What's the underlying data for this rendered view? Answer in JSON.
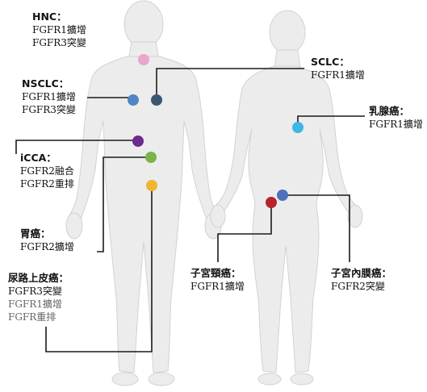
{
  "colors": {
    "body_fill": "#ececec",
    "body_stroke": "#d2d2d2",
    "line": "#1a1a1a",
    "pink": "#e8a6c9",
    "dark_blue": "#3b5673",
    "light_blue": "#4f86c6",
    "purple": "#6b2a8f",
    "green": "#79b444",
    "orange": "#f0b62e",
    "cyan": "#3fb6e6",
    "red": "#b7222b",
    "blue": "#4f6fbf"
  },
  "labels": {
    "hnc": {
      "title": "HNC：",
      "lines": [
        "FGFR1擴增",
        "FGFR3突變"
      ]
    },
    "nsclc": {
      "title": "NSCLC：",
      "lines": [
        "FGFR1擴增",
        "FGFR3突變"
      ]
    },
    "icca": {
      "title": "iCCA：",
      "lines": [
        "FGFR2融合",
        "FGFR2重排"
      ]
    },
    "gastric": {
      "title": "胃癌：",
      "lines": [
        "FGFR2擴增"
      ]
    },
    "urothelial": {
      "title": "尿路上皮癌：",
      "lines": [
        "FGFR3突變",
        "FGFR1擴增",
        "FGFR重排"
      ]
    },
    "sclc": {
      "title": "SCLC：",
      "lines": [
        "FGFR1擴增"
      ]
    },
    "breast": {
      "title": "乳腺癌：",
      "lines": [
        "FGFR1擴增"
      ]
    },
    "cervical": {
      "title": "子宮頸癌：",
      "lines": [
        "FGFR1擴增"
      ]
    },
    "endometrial": {
      "title": "子宮內膜癌：",
      "lines": [
        "FGFR2突變"
      ]
    }
  }
}
